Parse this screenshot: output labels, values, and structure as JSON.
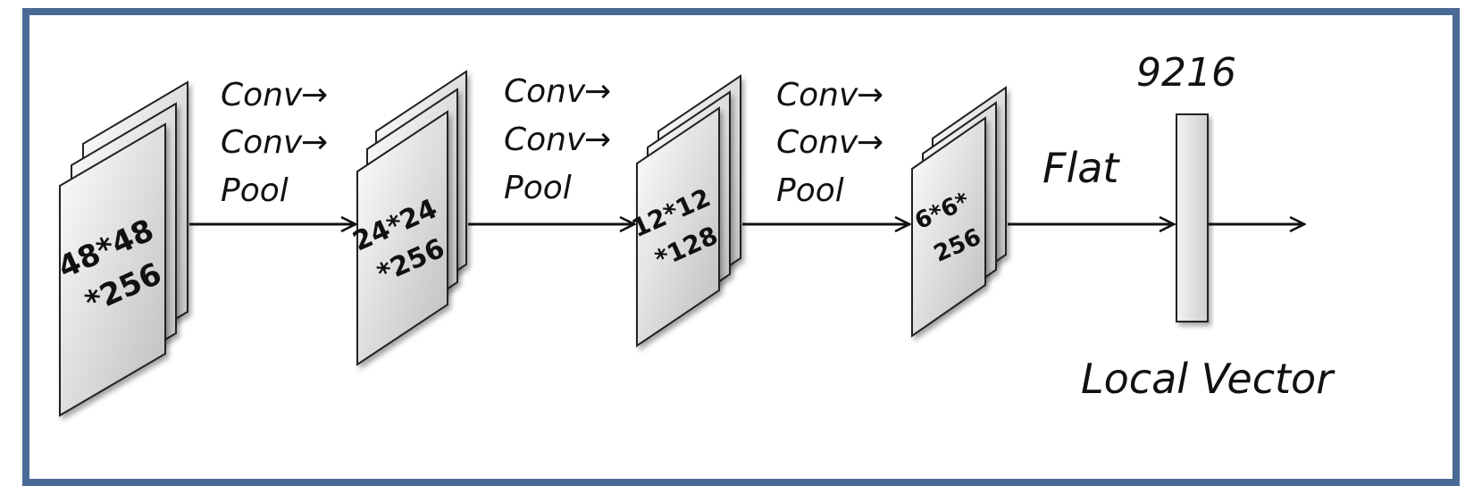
{
  "colors": {
    "frame_border": "#4a6a96",
    "stroke": "#222222",
    "arrow": "#111111"
  },
  "feature_maps": [
    {
      "line1": "48*48",
      "line2": "*256"
    },
    {
      "line1": "24*24",
      "line2": "*256"
    },
    {
      "line1": "12*12",
      "line2": "*128"
    },
    {
      "line1": "6*6*",
      "line2": "256"
    }
  ],
  "ops": [
    {
      "l1": "Conv",
      "l2": "Conv",
      "l3": "Pool"
    },
    {
      "l1": "Conv",
      "l2": "Conv",
      "l3": "Pool"
    },
    {
      "l1": "Conv",
      "l2": "Conv",
      "l3": "Pool"
    }
  ],
  "arrow_glyph": "→",
  "flat_label": "Flat",
  "vector": {
    "size": "9216",
    "caption": "Local Vector"
  }
}
